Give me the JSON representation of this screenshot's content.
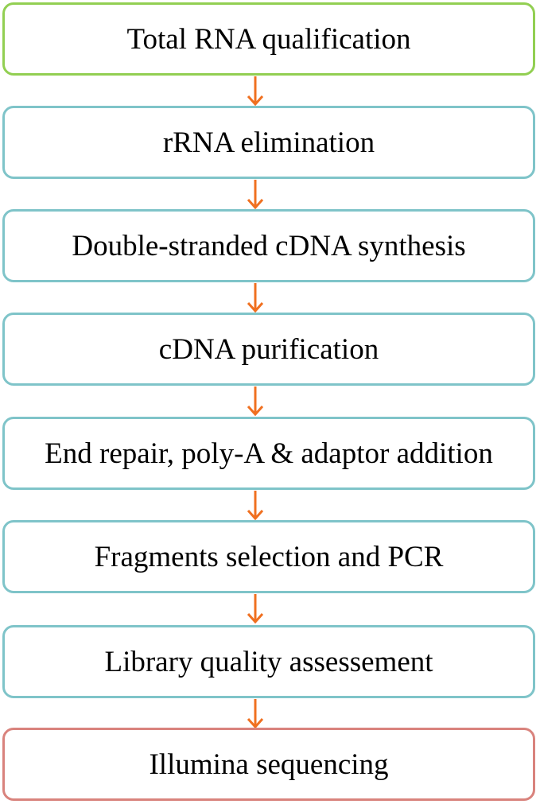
{
  "colors": {
    "start_border": "#92cf52",
    "step_border": "#7fc4c9",
    "end_border": "#d9837d",
    "arrow": "#f07020"
  },
  "steps": [
    {
      "label": "Total RNA qualification"
    },
    {
      "label": "rRNA elimination"
    },
    {
      "label": "Double-stranded cDNA synthesis"
    },
    {
      "label": "cDNA purification"
    },
    {
      "label": "End repair, poly-A & adaptor addition"
    },
    {
      "label": "Fragments selection and PCR"
    },
    {
      "label": "Library quality assessement"
    },
    {
      "label": "Illumina sequencing"
    }
  ]
}
